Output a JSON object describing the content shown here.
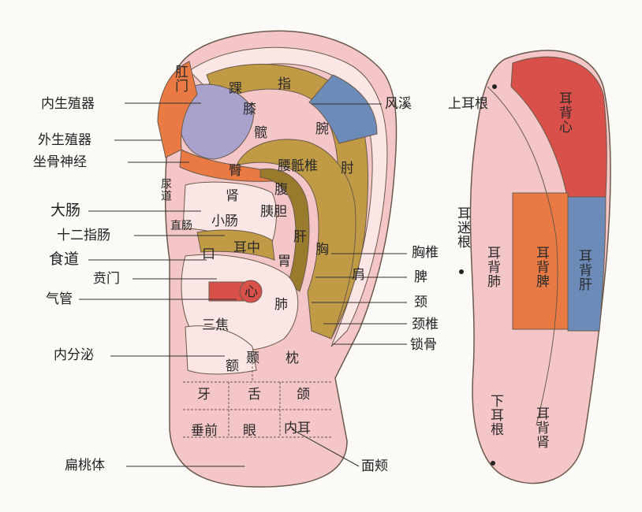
{
  "colors": {
    "skin": "#f4c6c8",
    "skin_light": "#fbe6e6",
    "olive": "#c09a45",
    "olive_dark": "#9a7a2c",
    "lavender": "#a8a2cc",
    "blue": "#6d8bb8",
    "orange": "#e97a44",
    "red": "#d9504a",
    "outline": "#6a5a4a"
  },
  "left_labels": {
    "nei_sheng_zhi_qi": "内生殖器",
    "wai_sheng_zhi_qi": "外生殖器",
    "zuo_gu_shen_jing": "坐骨神经",
    "da_chang": "大肠",
    "shi_er_zhi_chang": "十二指肠",
    "shi_dao": "食道",
    "ben_men": "贲门",
    "qi_guan": "气管",
    "nei_fen_mi": "内分泌",
    "bian_tao_ti": "扁桃体"
  },
  "right_labels": {
    "feng_xi": "风溪",
    "xiong_zhui": "胸椎",
    "pi": "脾",
    "jing": "颈",
    "jing_zhui": "颈椎",
    "suo_gu": "锁骨",
    "mian_jia": "面颊",
    "shang_er_gen": "上耳根",
    "er_mi_gen": "耳迷根"
  },
  "front_regions": {
    "gang_men": "肛门",
    "huai": "踝",
    "zhi": "指",
    "xi": "膝",
    "kuan": "髋",
    "wan": "腕",
    "tun": "臀",
    "yao_di_zhui": "腰骶椎",
    "zhou": "肘",
    "niao_dao": "尿道",
    "shen": "肾",
    "fu": "腹",
    "zhi_chang": "直肠",
    "xiao_chang": "小肠",
    "yi_dan": "胰胆",
    "gan": "肝",
    "er_zhong": "耳中",
    "xiong": "胸",
    "kou": "口",
    "wei": "胃",
    "jian": "肩",
    "xin": "心",
    "fei": "肺",
    "san_jiao": "三焦",
    "e": "额",
    "nie": "颞",
    "zhen": "枕",
    "ya": "牙",
    "she": "舌",
    "han": "颌",
    "chui_qian": "垂前",
    "yan": "眼",
    "nei_er": "内耳"
  },
  "back_regions": {
    "er_bei_xin": "耳背心",
    "er_bei_fei": "耳背肺",
    "er_bei_pi": "耳背脾",
    "er_bei_gan": "耳背肝",
    "xia_er_gen": "下耳根",
    "er_bei_shen": "耳背肾"
  }
}
